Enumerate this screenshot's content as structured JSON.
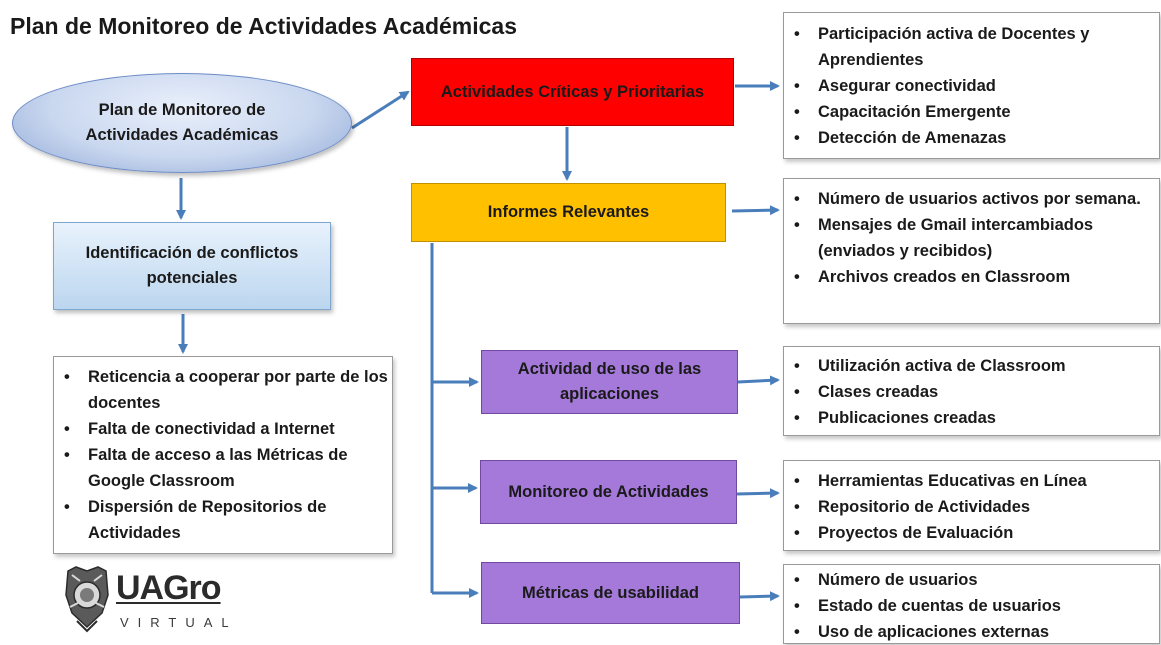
{
  "title": "Plan de Monitoreo de Actividades Académicas",
  "nodes": {
    "ellipse": "Plan de Monitoreo de Actividades Académicas",
    "identification": "Identificación de conflictos potenciales",
    "critical": "Actividades Críticas y Prioritarias",
    "reports": "Informes Relevantes",
    "app_usage": "Actividad de uso de las aplicaciones",
    "monitoring": "Monitoreo de Actividades",
    "metrics": "Métricas de usabilidad"
  },
  "lists": {
    "critical": [
      "Participación activa de Docentes y Aprendientes",
      "Asegurar conectividad",
      "Capacitación Emergente",
      "Detección de Amenazas"
    ],
    "reports": [
      "Número de usuarios activos por semana.",
      "Mensajes de Gmail intercambiados (enviados y recibidos)",
      "Archivos creados en Classroom"
    ],
    "app_usage": [
      "Utilización activa de Classroom",
      "Clases creadas",
      "Publicaciones creadas"
    ],
    "monitoring": [
      "Herramientas Educativas en Línea",
      "Repositorio de Actividades",
      "Proyectos de Evaluación"
    ],
    "metrics": [
      "Número de usuarios",
      "Estado de cuentas de usuarios",
      "Uso de aplicaciones externas"
    ],
    "conflicts": [
      "Reticencia a cooperar por parte de los docentes",
      "Falta de conectividad a Internet",
      "Falta de acceso a las Métricas de Google Classroom",
      "Dispersión de Repositorios de Actividades"
    ]
  },
  "logo": {
    "name": "UAGro",
    "subtitle": "VIRTUAL"
  },
  "colors": {
    "arrow": "#4a7ebb",
    "critical": "#ff0000",
    "reports": "#ffc000",
    "purple": "#a479d9"
  }
}
